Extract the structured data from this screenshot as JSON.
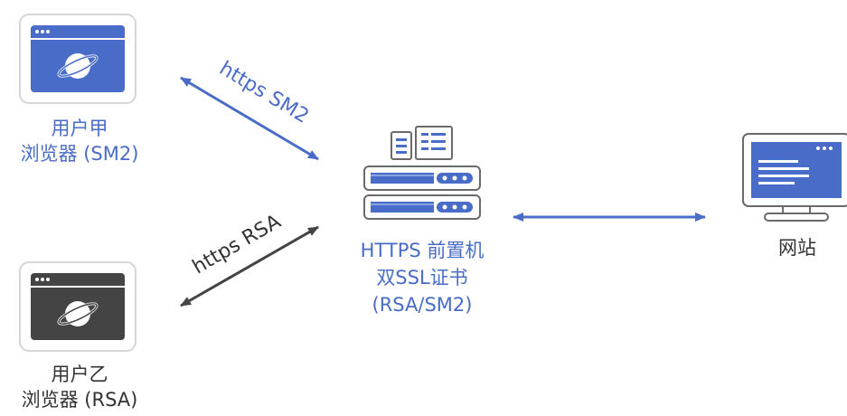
{
  "user_a": {
    "line1": "用户甲",
    "line2": "浏览器 (SM2)"
  },
  "user_b": {
    "line1": "用户乙",
    "line2": "浏览器 (RSA)"
  },
  "gateway": {
    "line1": "HTTPS 前置机",
    "line2": "双SSL证书",
    "line3": "(RSA/SM2)"
  },
  "website": {
    "label": "网站"
  },
  "links": {
    "sm2": "https SM2",
    "rsa": "https RSA"
  },
  "colors": {
    "accent": "#4a6cc9",
    "dark": "#444444",
    "frame": "#d9d9d9"
  }
}
